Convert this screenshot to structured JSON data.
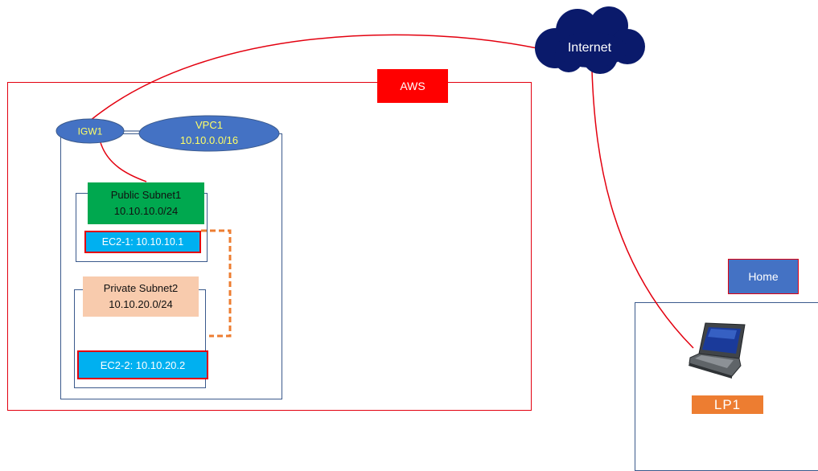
{
  "aws": {
    "label": "AWS"
  },
  "vpc": {
    "name": "VPC1",
    "cidr": "10.10.0.0/16"
  },
  "igw": {
    "name": "IGW1"
  },
  "internet": {
    "label": "Internet"
  },
  "public_subnet": {
    "name": "Public Subnet1",
    "cidr": "10.10.10.0/24"
  },
  "private_subnet": {
    "name": "Private Subnet2",
    "cidr": "10.10.20.0/24"
  },
  "ec2_1": {
    "label": "EC2-1: 10.10.10.1"
  },
  "ec2_2": {
    "label": "EC2-2: 10.10.20.2"
  },
  "home": {
    "label": "Home"
  },
  "laptop": {
    "label": "LP1",
    "icon": "laptop-icon"
  },
  "colors": {
    "aws_red": "#ff0000",
    "link_red": "#e3000f",
    "ellipse_blue": "#4472c4",
    "ellipse_text": "#ffff66",
    "cloud_navy": "#0a1a6b",
    "public_green": "#00a84f",
    "private_peach": "#f8cbad",
    "ec2_blue": "#00b0f0",
    "peer_orange": "#ed7d31",
    "lp1_orange": "#ed7d31"
  }
}
